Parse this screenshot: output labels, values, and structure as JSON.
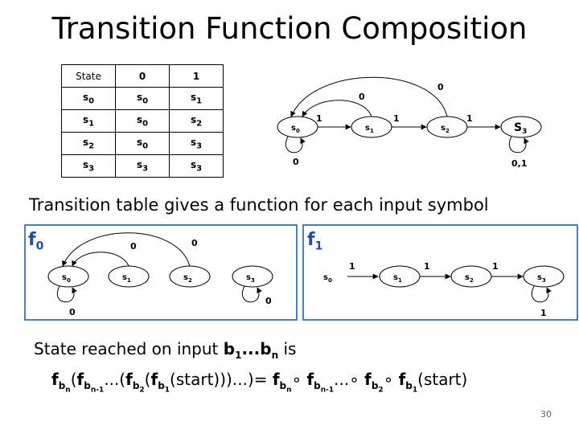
{
  "title": "Transition Function Composition",
  "table": {
    "headers": [
      "State",
      "0",
      "1"
    ],
    "rows": [
      [
        "s",
        "0",
        "s",
        "0",
        "s",
        "1"
      ],
      [
        "s",
        "1",
        "s",
        "0",
        "s",
        "2"
      ],
      [
        "s",
        "2",
        "s",
        "0",
        "s",
        "3"
      ],
      [
        "s",
        "3",
        "s",
        "3",
        "s",
        "3"
      ]
    ]
  },
  "top_diagram": {
    "states": [
      [
        "s",
        "0"
      ],
      [
        "s",
        "1"
      ],
      [
        "s",
        "2"
      ],
      [
        "S",
        "3"
      ]
    ],
    "edge_labels": {
      "s0_s1": "1",
      "s1_s2": "1",
      "s2_s3": "1",
      "s1_s0": "0",
      "s2_s0": "0",
      "s0_loop": "0",
      "s3_loop": "0,1"
    }
  },
  "subtitle": "Transition table gives a function for each input symbol",
  "f0": {
    "name": "f",
    "sub": "0",
    "states": [
      [
        "s",
        "0"
      ],
      [
        "s",
        "1"
      ],
      [
        "s",
        "2"
      ],
      [
        "s",
        "3"
      ]
    ],
    "edge_labels": {
      "s1_s0": "0",
      "s2_s0": "0",
      "s0_loop": "0",
      "s3_loop": "0"
    }
  },
  "f1": {
    "name": "f",
    "sub": "1",
    "states": [
      [
        "s",
        "0"
      ],
      [
        "s",
        "1"
      ],
      [
        "s",
        "2"
      ],
      [
        "s",
        "3"
      ]
    ],
    "edge_labels": {
      "s0_s1": "1",
      "s1_s2": "1",
      "s2_s3": "1",
      "s3_loop": "1"
    }
  },
  "line1": {
    "text": "State reached on input ",
    "b1": "b",
    "b1sub": "1",
    "dots": "...",
    "bn": "b",
    "bnsub": "n",
    "tail": " is"
  },
  "line2": {
    "f": "f",
    "b": "b",
    "n": "n",
    "n1": "n-1",
    "two": "2",
    "one": "1",
    "open": "(",
    "dots": "...(",
    "start": "(start)))...)= ",
    "comp": "∘",
    "ell": "...",
    "start2": "(start)"
  },
  "page_number": "30"
}
